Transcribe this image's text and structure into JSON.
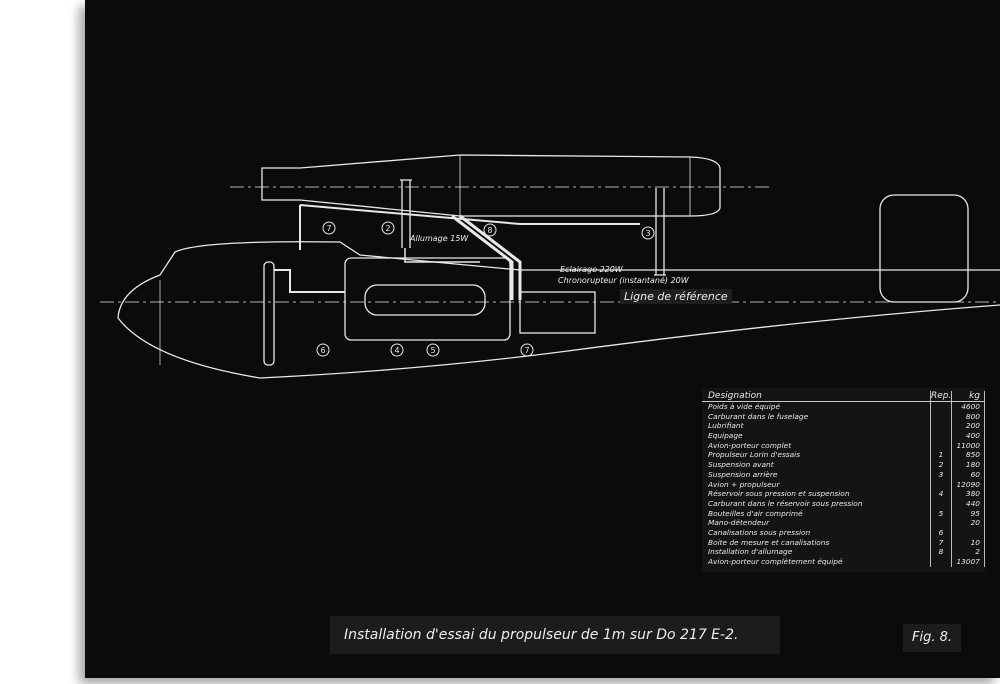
{
  "labels": {
    "allumage": "Allumage 15W",
    "eclairage": "Eclairage 220W",
    "chronorupteur": "Chronorupteur (instantané) 20W",
    "ligne_reference": "Ligne de référence"
  },
  "callouts": [
    "7",
    "2",
    "8",
    "3",
    "6",
    "4",
    "5",
    "7"
  ],
  "table": {
    "headers": {
      "designation": "Designation",
      "rep": "Rep.",
      "kg": "kg"
    },
    "rows": [
      {
        "designation": "Poids à vide équipé",
        "rep": "",
        "kg": "4600"
      },
      {
        "designation": "Carburant dans le fuselage",
        "rep": "",
        "kg": "800"
      },
      {
        "designation": "Lubrifiant",
        "rep": "",
        "kg": "200"
      },
      {
        "designation": "Equipage",
        "rep": "",
        "kg": "400"
      },
      {
        "designation": "Avion-porteur complet",
        "rep": "",
        "kg": "11000"
      },
      {
        "designation": "Propulseur Lorin d'essais",
        "rep": "1",
        "kg": "850"
      },
      {
        "designation": "Suspension avant",
        "rep": "2",
        "kg": "180"
      },
      {
        "designation": "Suspension arrière",
        "rep": "3",
        "kg": "60"
      },
      {
        "designation": "Avion + propulseur",
        "rep": "",
        "kg": "12090"
      },
      {
        "designation": "Réservoir sous pression et suspension",
        "rep": "4",
        "kg": "380"
      },
      {
        "designation": "Carburant dans le réservoir sous pression",
        "rep": "",
        "kg": "440"
      },
      {
        "designation": "Bouteilles d'air comprimé",
        "rep": "5",
        "kg": "95"
      },
      {
        "designation": "Mano-détendeur",
        "rep": "",
        "kg": "20"
      },
      {
        "designation": "Canalisations sous pression",
        "rep": "6",
        "kg": ""
      },
      {
        "designation": "Boite de mesure et canalisations",
        "rep": "7",
        "kg": "10"
      },
      {
        "designation": "Installation d'allumage",
        "rep": "8",
        "kg": "2"
      },
      {
        "designation": "Avion-porteur complètement équipé",
        "rep": "",
        "kg": "13007"
      }
    ]
  },
  "caption": "Installation d'essai du propulseur de 1m sur Do 217 E-2.",
  "figure_number": "Fig. 8."
}
